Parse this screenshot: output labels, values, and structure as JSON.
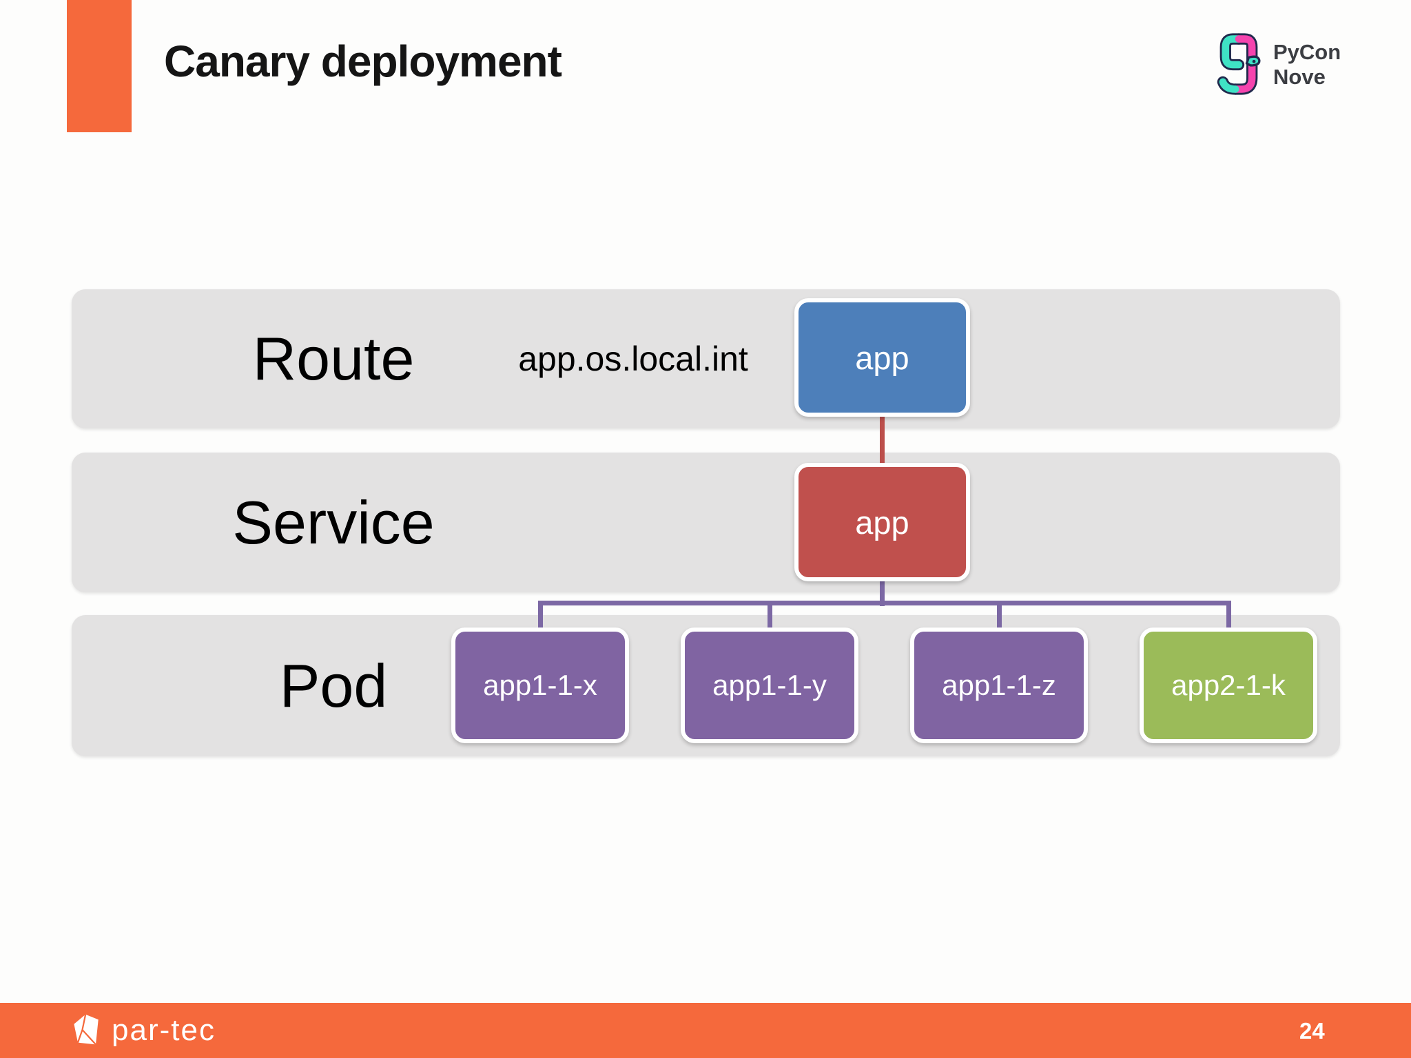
{
  "slide": {
    "title": "Canary deployment",
    "background_color": "#fdfdfc",
    "accent_color": "#f5693c",
    "band_color": "#e3e2e2"
  },
  "header_logo": {
    "line1": "PyCon",
    "line2": "Nove",
    "icon_teal": "#3fe2c5",
    "icon_pink": "#f544ae",
    "icon_outline": "#20294c"
  },
  "rows": [
    {
      "label": "Route",
      "annotation": "app.os.local.int"
    },
    {
      "label": "Service"
    },
    {
      "label": "Pod"
    }
  ],
  "diagram": {
    "route_box": {
      "label": "app",
      "color": "#4d7fba"
    },
    "service_box": {
      "label": "app",
      "color": "#c0504d"
    },
    "pods": [
      {
        "label": "app1-1-x",
        "color": "#8064a2"
      },
      {
        "label": "app1-1-y",
        "color": "#8064a2"
      },
      {
        "label": "app1-1-z",
        "color": "#8064a2"
      },
      {
        "label": "app2-1-k",
        "color": "#9bbb59"
      }
    ],
    "connector_red_color": "#bc4f4b",
    "connector_purple_color": "#7c68a4"
  },
  "footer": {
    "brand": "par-tec",
    "page_number": "24"
  }
}
